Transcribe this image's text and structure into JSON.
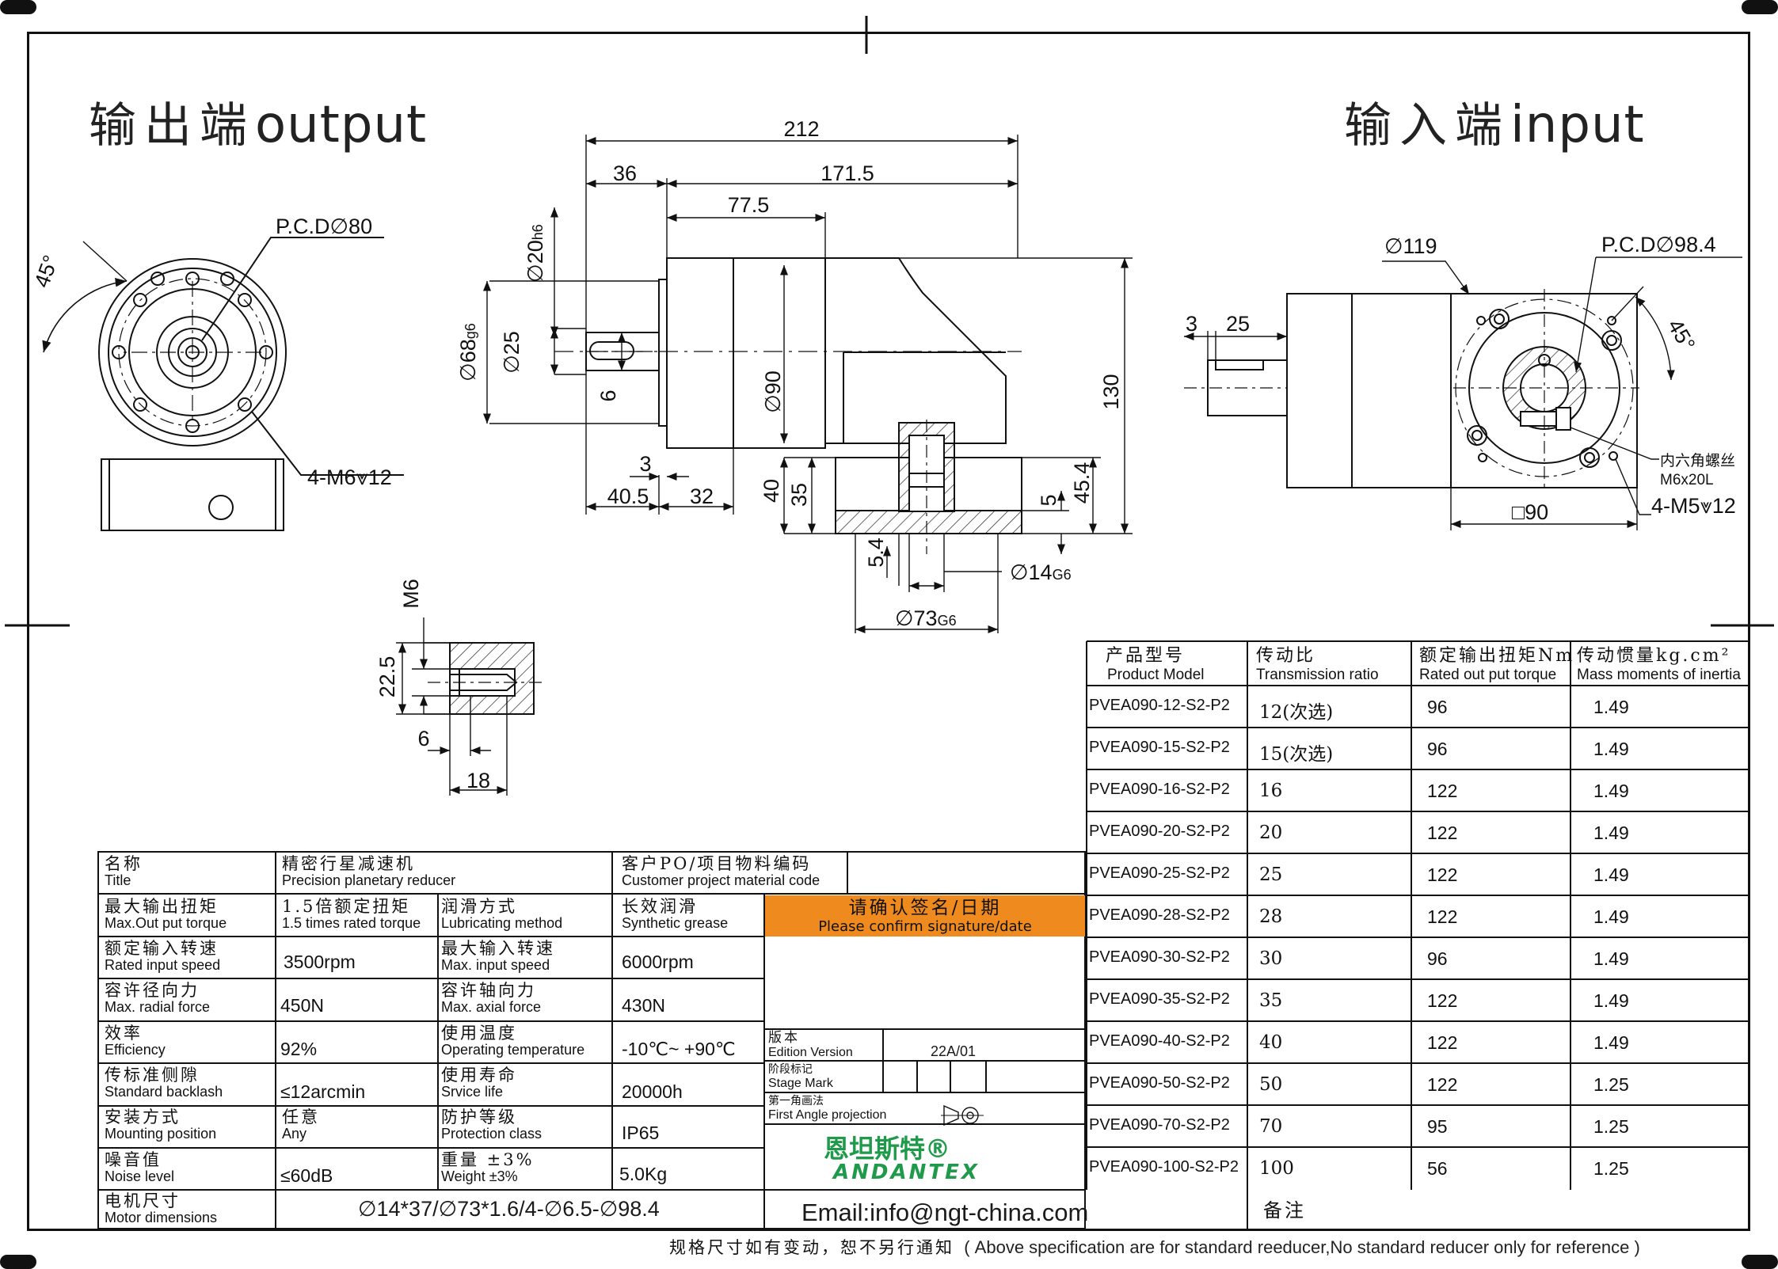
{
  "header": {
    "output_cn": "输出端",
    "output_en": "output",
    "input_cn": "输入端",
    "input_en": "input"
  },
  "dimensions": {
    "d212": "212",
    "d36": "36",
    "d171_5": "171.5",
    "d77_5": "77.5",
    "d20h6": "20",
    "d20h6_tol": "h6",
    "d68g6": "68",
    "d68g6_tol": "g6",
    "d25": "25",
    "d6": "6",
    "d90": "90",
    "d130": "130",
    "d3": "3",
    "d40_5": "40.5",
    "d32": "32",
    "d40": "40",
    "d35": "35",
    "d5": "5",
    "d45_4": "45.4",
    "d5_4": "5.4",
    "d14g6": "14",
    "d14g6_tol": "G6",
    "d73g6": "73",
    "d73g6_tol": "G6",
    "m6": "M6",
    "d22_5": "22.5",
    "d6b": "6",
    "d18": "18",
    "pcd80": "P.C.D∅80",
    "angle45a": "45°",
    "hole_m6": "4-M6",
    "hole_m6_depth": "12",
    "d119": "∅119",
    "pcd98": "P.C.D∅98.4",
    "d3b": "3",
    "d25b": "25",
    "angle45b": "45°",
    "hex_cn": "内六角螺丝",
    "hex_en": "M6x20L",
    "hole_m5": "4-M5",
    "hole_m5_depth": "12",
    "sq90": "□90"
  },
  "spec": {
    "title_cn": "名称",
    "title_en": "Title",
    "title_val_cn": "精密行星减速机",
    "title_val_en": "Precision planetary reducer",
    "cust_cn": "客户PO/项目物料编码",
    "cust_en": "Customer project material code",
    "max_torque_cn": "最大输出扭矩",
    "max_torque_en": "Max.Out put torque",
    "max_torque_val_cn": "1.5倍额定扭矩",
    "max_torque_val_en": "1.5 times rated torque",
    "lub_cn": "润滑方式",
    "lub_en": "Lubricating method",
    "lub_val_cn": "长效润滑",
    "lub_val_en": "Synthetic grease",
    "confirm_cn": "请确认签名/日期",
    "confirm_en": "Please confirm signature/date",
    "rated_speed_cn": "额定输入转速",
    "rated_speed_en": "Rated input speed",
    "rated_speed_val": "3500rpm",
    "max_speed_cn": "最大输入转速",
    "max_speed_en": "Max. input speed",
    "max_speed_val": "6000rpm",
    "radial_cn": "容许径向力",
    "radial_en": "Max. radial force",
    "radial_val": "450N",
    "axial_cn": "容许轴向力",
    "axial_en": "Max. axial force",
    "axial_val": "430N",
    "eff_cn": "效率",
    "eff_en": "Efficiency",
    "eff_val": "92%",
    "temp_cn": "使用温度",
    "temp_en": "Operating temperature",
    "temp_val": "-10℃~ +90℃",
    "edition_cn": "版本",
    "edition_en": "Edition Version",
    "edition_val": "22A/01",
    "backlash_cn": "传标准侧隙",
    "backlash_en": "Standard backlash",
    "backlash_val": "≤12arcmin",
    "life_cn": "使用寿命",
    "life_en": "Srvice life",
    "life_val": "20000h",
    "stage_cn": "阶段标记",
    "stage_en": "Stage Mark",
    "proj_cn": "第一角画法",
    "proj_en": "First Angle projection",
    "mount_cn": "安装方式",
    "mount_en": "Mounting position",
    "mount_val_cn": "任意",
    "mount_val_en": "Any",
    "prot_cn": "防护等级",
    "prot_en": "Protection class",
    "prot_val": "IP65",
    "noise_cn": "噪音值",
    "noise_en": "Noise level",
    "noise_val": "≤60dB",
    "weight_cn": "重量 ±3%",
    "weight_en": "Weight ±3%",
    "weight_val": "5.0Kg",
    "motor_cn": "电机尺寸",
    "motor_en": "Motor dimensions",
    "motor_val": "∅14*37/∅73*1.6/4-∅6.5-∅98.4",
    "email": "Email:info@ngt-china.com",
    "remark_cn": "备注",
    "logo_cn": "恩坦斯特®",
    "logo_en": "ANDANTEX"
  },
  "table": {
    "headers": [
      {
        "cn": "产品型号",
        "en": "Product Model"
      },
      {
        "cn": "传动比",
        "en": "Transmission ratio"
      },
      {
        "cn": "额定输出扭矩Nm",
        "en": "Rated out put torque"
      },
      {
        "cn": "传动惯量kg.cm²",
        "en": "Mass moments of inertia"
      }
    ],
    "rows": [
      [
        "PVEA090-12-S2-P2",
        "12(次选)",
        "96",
        "1.49"
      ],
      [
        "PVEA090-15-S2-P2",
        "15(次选)",
        "96",
        "1.49"
      ],
      [
        "PVEA090-16-S2-P2",
        "16",
        "122",
        "1.49"
      ],
      [
        "PVEA090-20-S2-P2",
        "20",
        "122",
        "1.49"
      ],
      [
        "PVEA090-25-S2-P2",
        "25",
        "122",
        "1.49"
      ],
      [
        "PVEA090-28-S2-P2",
        "28",
        "122",
        "1.49"
      ],
      [
        "PVEA090-30-S2-P2",
        "30",
        "96",
        "1.49"
      ],
      [
        "PVEA090-35-S2-P2",
        "35",
        "122",
        "1.49"
      ],
      [
        "PVEA090-40-S2-P2",
        "40",
        "122",
        "1.49"
      ],
      [
        "PVEA090-50-S2-P2",
        "50",
        "122",
        "1.25"
      ],
      [
        "PVEA090-70-S2-P2",
        "70",
        "95",
        "1.25"
      ],
      [
        "PVEA090-100-S2-P2",
        "100",
        "56",
        "1.25"
      ]
    ]
  },
  "footer": {
    "note_cn": "规格尺寸如有变动，恕不另行通知",
    "note_en": "( Above specification are for standard reeducer,No standard reducer only for reference )"
  }
}
